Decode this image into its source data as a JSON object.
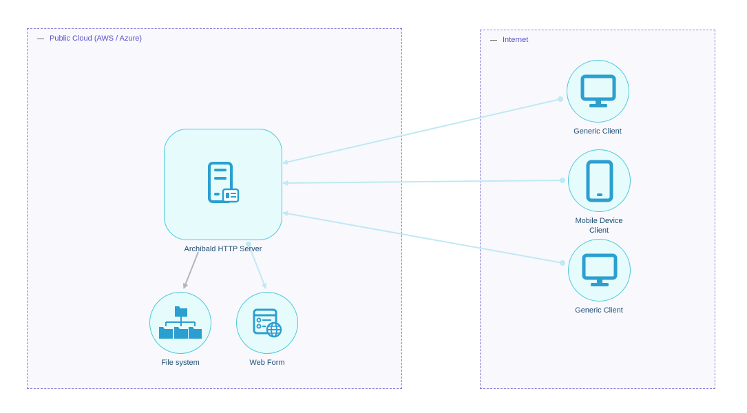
{
  "groups": {
    "cloud": {
      "label": "Public Cloud (AWS / Azure)"
    },
    "internet": {
      "label": "Internet"
    }
  },
  "nodes": {
    "server": {
      "label": "Archibald HTTP Server",
      "icon": "server-form-icon"
    },
    "filesystem": {
      "label": "File system",
      "icon": "folder-tree-icon"
    },
    "webform": {
      "label": "Web Form",
      "icon": "web-form-globe-icon"
    },
    "client1": {
      "label": "Generic Client",
      "icon": "monitor-icon"
    },
    "mobile": {
      "label_line1": "Mobile Device",
      "label_line2": "Client",
      "icon": "smartphone-icon"
    },
    "client2": {
      "label": "Generic Client",
      "icon": "monitor-icon"
    }
  },
  "colors": {
    "node_fill": "#e6fbfc",
    "node_border": "#4dc9d9",
    "icon": "#2b9fd0",
    "edge_light": "#bfe9f3",
    "edge_gray": "#b5b5b8",
    "group_border": "#8a7fd6",
    "label_text": "#1f4f73",
    "group_label_text": "#5b4fc4"
  }
}
